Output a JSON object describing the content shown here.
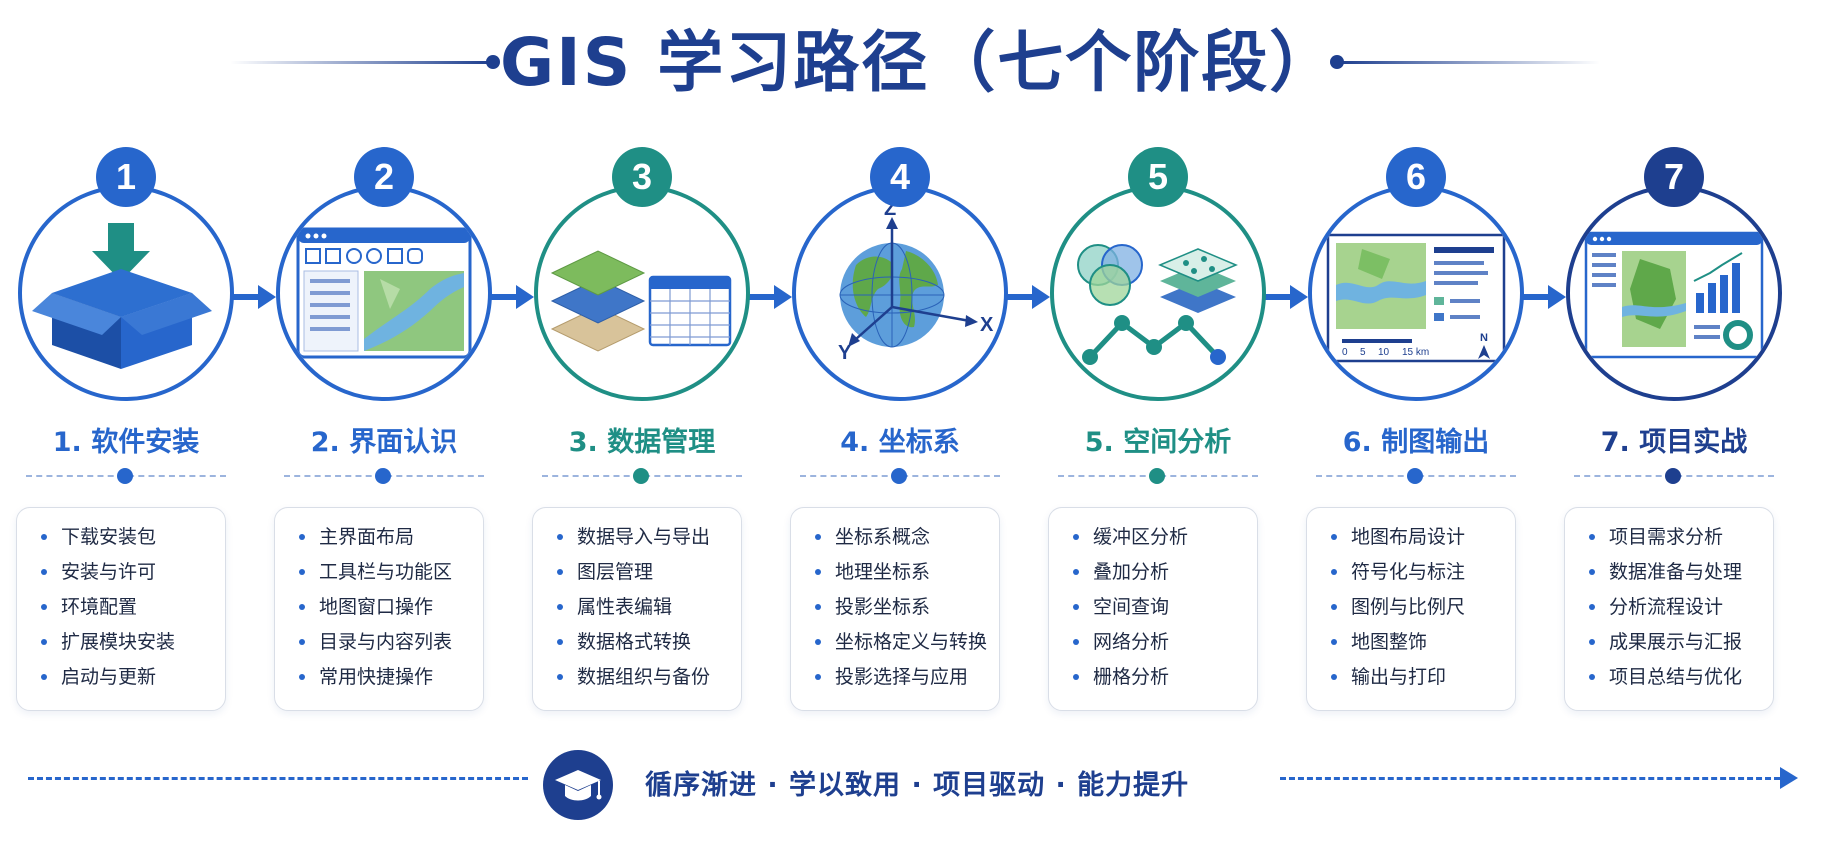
{
  "title": "GIS 学习路径（七个阶段）",
  "stages": [
    {
      "number": "1",
      "label": "1. 软件安装",
      "color": "#2766cc",
      "items": [
        "下载安装包",
        "安装与许可",
        "环境配置",
        "扩展模块安装",
        "启动与更新"
      ]
    },
    {
      "number": "2",
      "label": "2. 界面认识",
      "color": "#2766cc",
      "items": [
        "主界面布局",
        "工具栏与功能区",
        "地图窗口操作",
        "目录与内容列表",
        "常用快捷操作"
      ]
    },
    {
      "number": "3",
      "label": "3. 数据管理",
      "color": "#1f8f85",
      "items": [
        "数据导入与导出",
        "图层管理",
        "属性表编辑",
        "数据格式转换",
        "数据组织与备份"
      ]
    },
    {
      "number": "4",
      "label": "4. 坐标系",
      "color": "#2766cc",
      "items": [
        "坐标系概念",
        "地理坐标系",
        "投影坐标系",
        "坐标格定义与转换",
        "投影选择与应用"
      ]
    },
    {
      "number": "5",
      "label": "5. 空间分析",
      "color": "#1f8f85",
      "items": [
        "缓冲区分析",
        "叠加分析",
        "空间查询",
        "网络分析",
        "栅格分析"
      ]
    },
    {
      "number": "6",
      "label": "6. 制图输出",
      "color": "#2766cc",
      "items": [
        "地图布局设计",
        "符号化与标注",
        "图例与比例尺",
        "地图整饰",
        "输出与打印"
      ]
    },
    {
      "number": "7",
      "label": "7. 项目实战",
      "color": "#1e3f8f",
      "items": [
        "项目需求分析",
        "数据准备与处理",
        "分析流程设计",
        "成果展示与汇报",
        "项目总结与优化"
      ]
    }
  ],
  "axis_labels": {
    "z": "Z",
    "x": "X",
    "y": "Y"
  },
  "scale_bar": {
    "ticks": [
      "0",
      "5",
      "10",
      "15 km"
    ],
    "north": "N"
  },
  "footer": {
    "text": "循序渐进 · 学以致用 · 项目驱动 · 能力提升"
  },
  "icons": [
    "download-box-icon",
    "software-interface-icon",
    "layers-table-icon",
    "globe-axes-icon",
    "spatial-analysis-icon",
    "map-layout-icon",
    "project-dashboard-icon",
    "graduation-cap-icon"
  ]
}
